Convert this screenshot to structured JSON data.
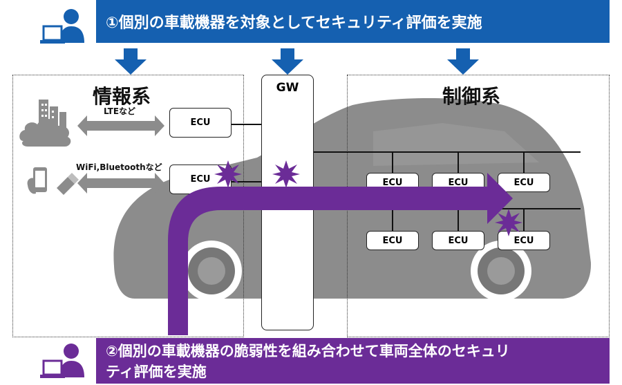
{
  "banners": {
    "top": "①個別の車載機器を対象としてセキュリティ評価を実施",
    "bottom_line1": "②個別の車載機器の脆弱性を組み合わせて車両全体のセキュリ",
    "bottom_line2": "ティ評価を実施"
  },
  "zones": {
    "info": "情報系",
    "control": "制御系"
  },
  "gateway": "GW",
  "links": {
    "lte": "LTEなど",
    "wifi": "WiFi,Bluetoothなど"
  },
  "ecu_label": "ECU",
  "colors": {
    "blue": "#1560b0",
    "purple": "#6b2c97",
    "car": "#8c8c8c"
  }
}
